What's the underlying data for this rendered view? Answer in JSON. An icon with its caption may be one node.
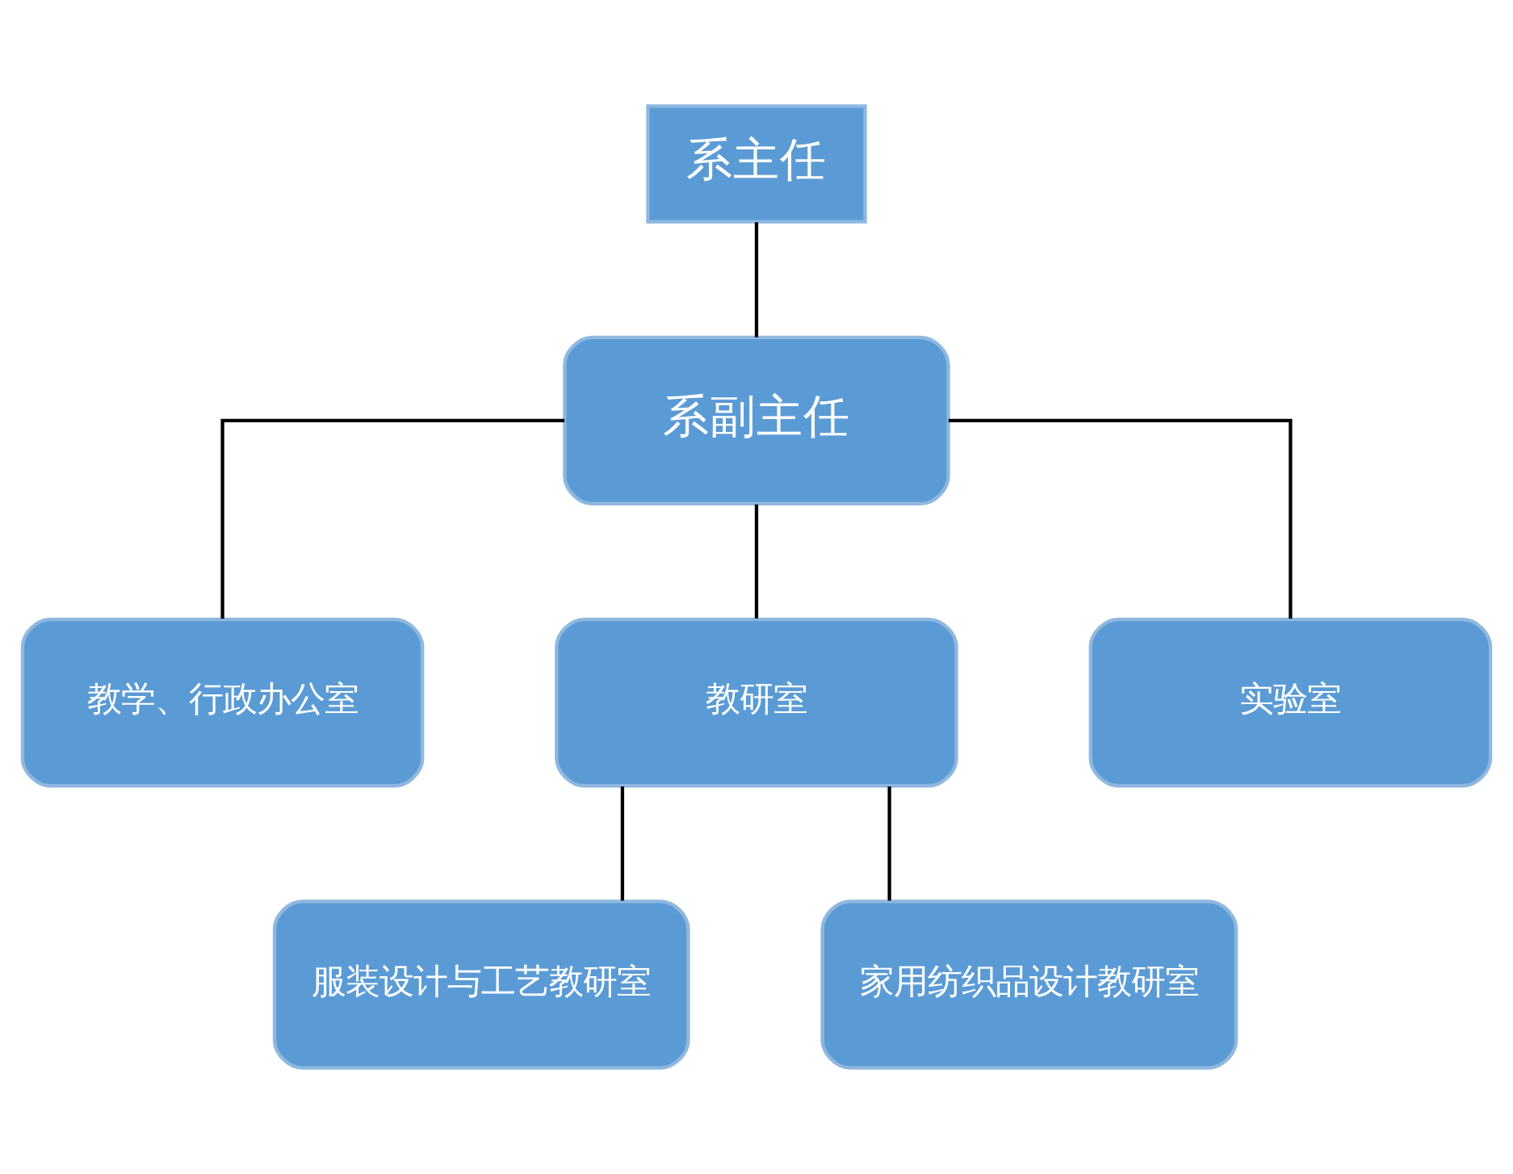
{
  "diagram": {
    "nodes": [
      {
        "text": [
          "系主任"
        ]
      },
      {
        "text": [
          "系副主任"
        ]
      },
      {
        "text": [
          "教学、行政办公室"
        ]
      },
      {
        "text": [
          "教研室"
        ]
      },
      {
        "text": [
          "实验室"
        ]
      },
      {
        "text": [
          "服装设计与工艺教研室"
        ]
      },
      {
        "text": [
          "家用纺织品设计教研室"
        ]
      }
    ],
    "edges": [
      {
        "from": 0,
        "to": 1,
        "arrow": "none"
      },
      {
        "from": 1,
        "to": 2,
        "arrow": "none"
      },
      {
        "from": 1,
        "to": 3,
        "arrow": "none"
      },
      {
        "from": 1,
        "to": 4,
        "arrow": "none"
      },
      {
        "from": 3,
        "to": 5,
        "arrow": "none"
      },
      {
        "from": 3,
        "to": 6,
        "arrow": "none"
      }
    ]
  }
}
